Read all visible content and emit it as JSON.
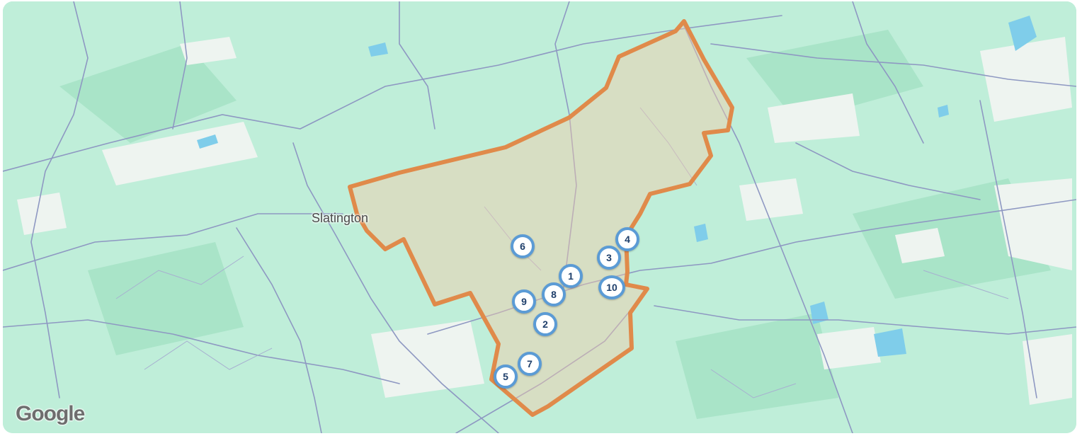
{
  "map": {
    "place_labels": [
      "Slatington"
    ],
    "markers": [
      "1",
      "2",
      "3",
      "4",
      "5",
      "6",
      "7",
      "8",
      "9",
      "10"
    ],
    "logo_text": "Google",
    "colors": {
      "land": "#bfeed9",
      "urban": "#f1efea",
      "water": "#7fcdea",
      "road": "#8e98c2",
      "boundary": "#e08a4a",
      "boundary_fill": "#f4c9a8",
      "marker_ring": "#5b9bd5",
      "marker_text": "#1f3f6b"
    }
  }
}
